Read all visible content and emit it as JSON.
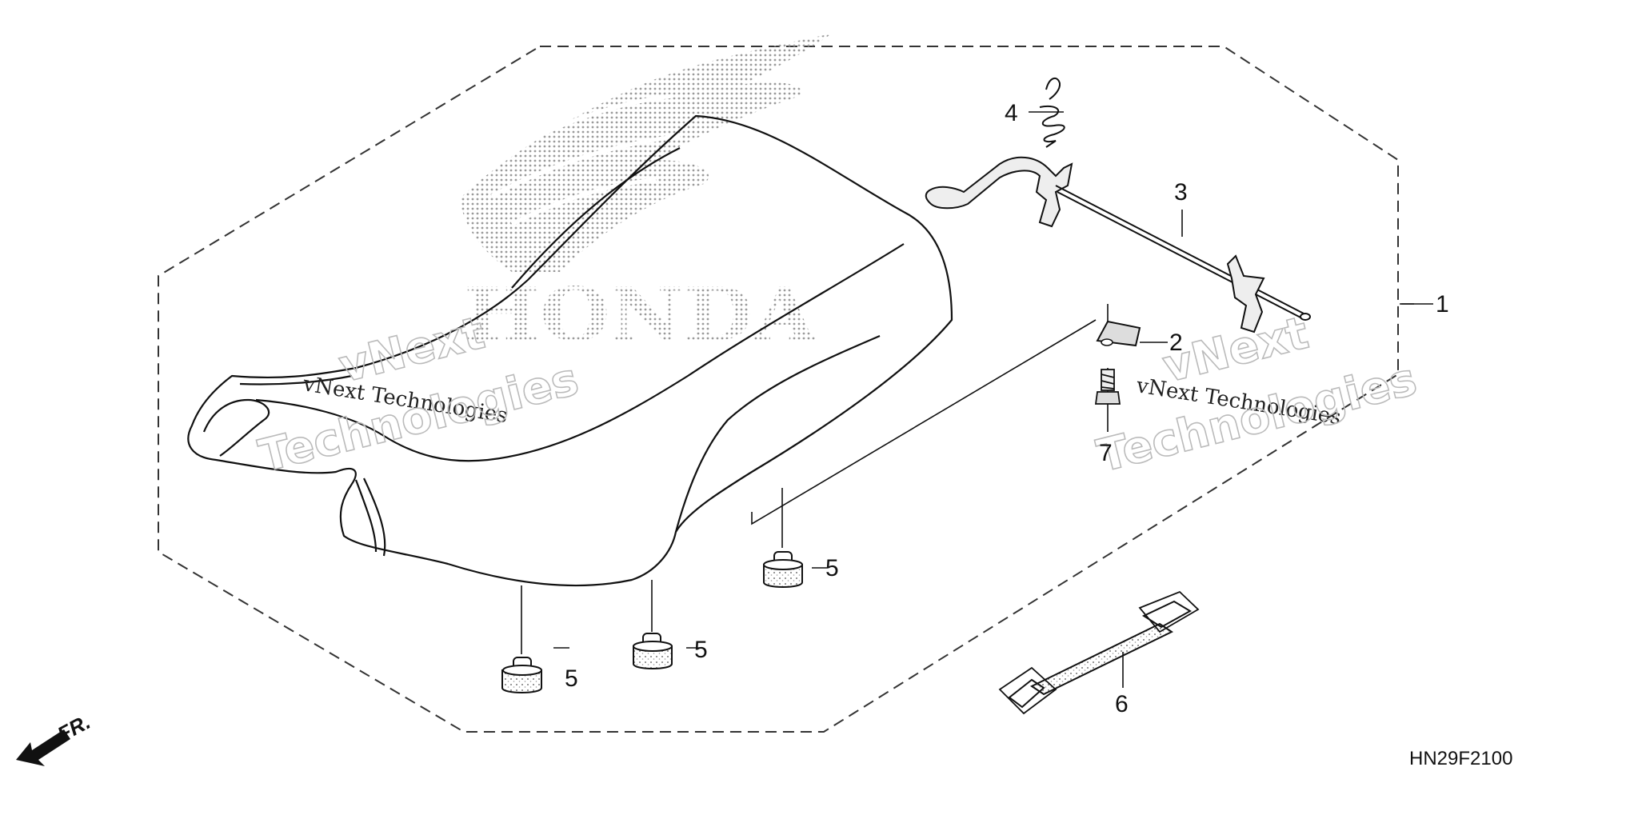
{
  "diagram": {
    "code": "HN29F2100",
    "front_label": "FR.",
    "logo_text": "HONDA",
    "watermark_line1": "vNext Technologies",
    "watermark_big_a": "vNext",
    "watermark_big_b": "Technologies",
    "callouts": {
      "c1": "1",
      "c2": "2",
      "c3": "3",
      "c4": "4",
      "c5a": "5",
      "c5b": "5",
      "c5c": "5",
      "c6": "6",
      "c7": "7"
    }
  }
}
